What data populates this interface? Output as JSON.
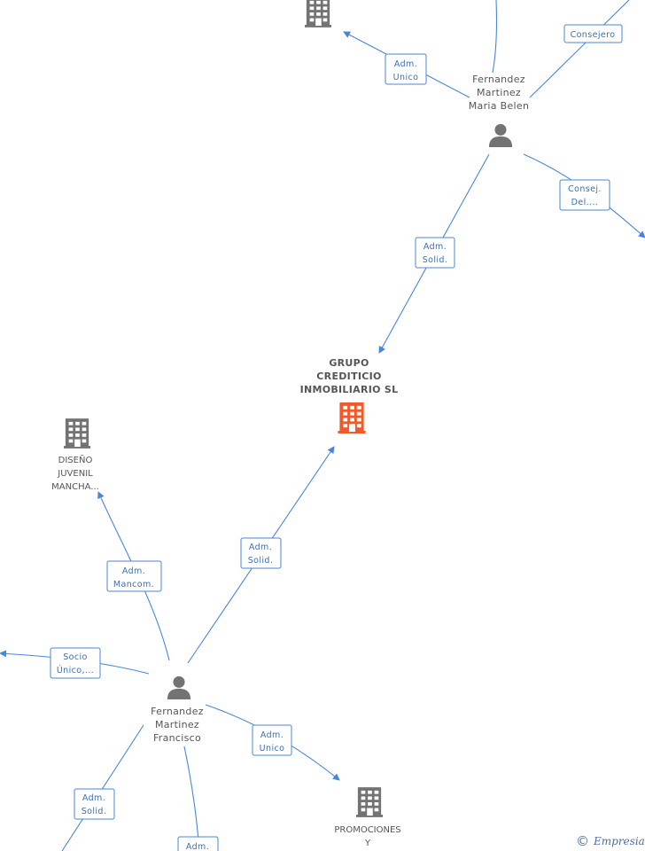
{
  "diagram": {
    "colors": {
      "edge": "#4a86d8",
      "node_icon": "#737373",
      "main_node_icon": "#f05a2a",
      "text": "#555555"
    },
    "main_company": {
      "name_lines": [
        "GRUPO",
        "CREDITICIO",
        "INMOBILIARIO SL"
      ],
      "icon": "building-icon"
    },
    "persons": {
      "maria_belen": {
        "name_lines": [
          "Fernandez",
          "Martinez",
          "Maria Belen"
        ],
        "icon": "person-icon"
      },
      "francisco": {
        "name_lines": [
          "Fernandez",
          "Martinez",
          "Francisco"
        ],
        "icon": "person-icon"
      }
    },
    "companies": {
      "top": {
        "icon": "building-icon"
      },
      "disenyo": {
        "name_lines": [
          "DISEÑO",
          "JUVENIL",
          "MANCHA..."
        ],
        "icon": "building-icon"
      },
      "promociones": {
        "name_lines": [
          "PROMOCIONES",
          "Y"
        ],
        "icon": "building-icon"
      }
    },
    "edge_labels": {
      "e1": [
        "Adm.",
        "Unico"
      ],
      "e2": [
        "Consejero"
      ],
      "e3": [
        "Consej.",
        "Del...."
      ],
      "e4": [
        "Adm.",
        "Solid."
      ],
      "e5": [
        "Adm.",
        "Solid."
      ],
      "e6": [
        "Adm.",
        "Mancom."
      ],
      "e7": [
        "Socio",
        "Único,..."
      ],
      "e8": [
        "Adm.",
        "Unico"
      ],
      "e9": [
        "Adm.",
        "Solid."
      ],
      "e10": [
        "Adm."
      ]
    },
    "watermark": {
      "copyright": "©",
      "brand": "Empresia"
    }
  }
}
